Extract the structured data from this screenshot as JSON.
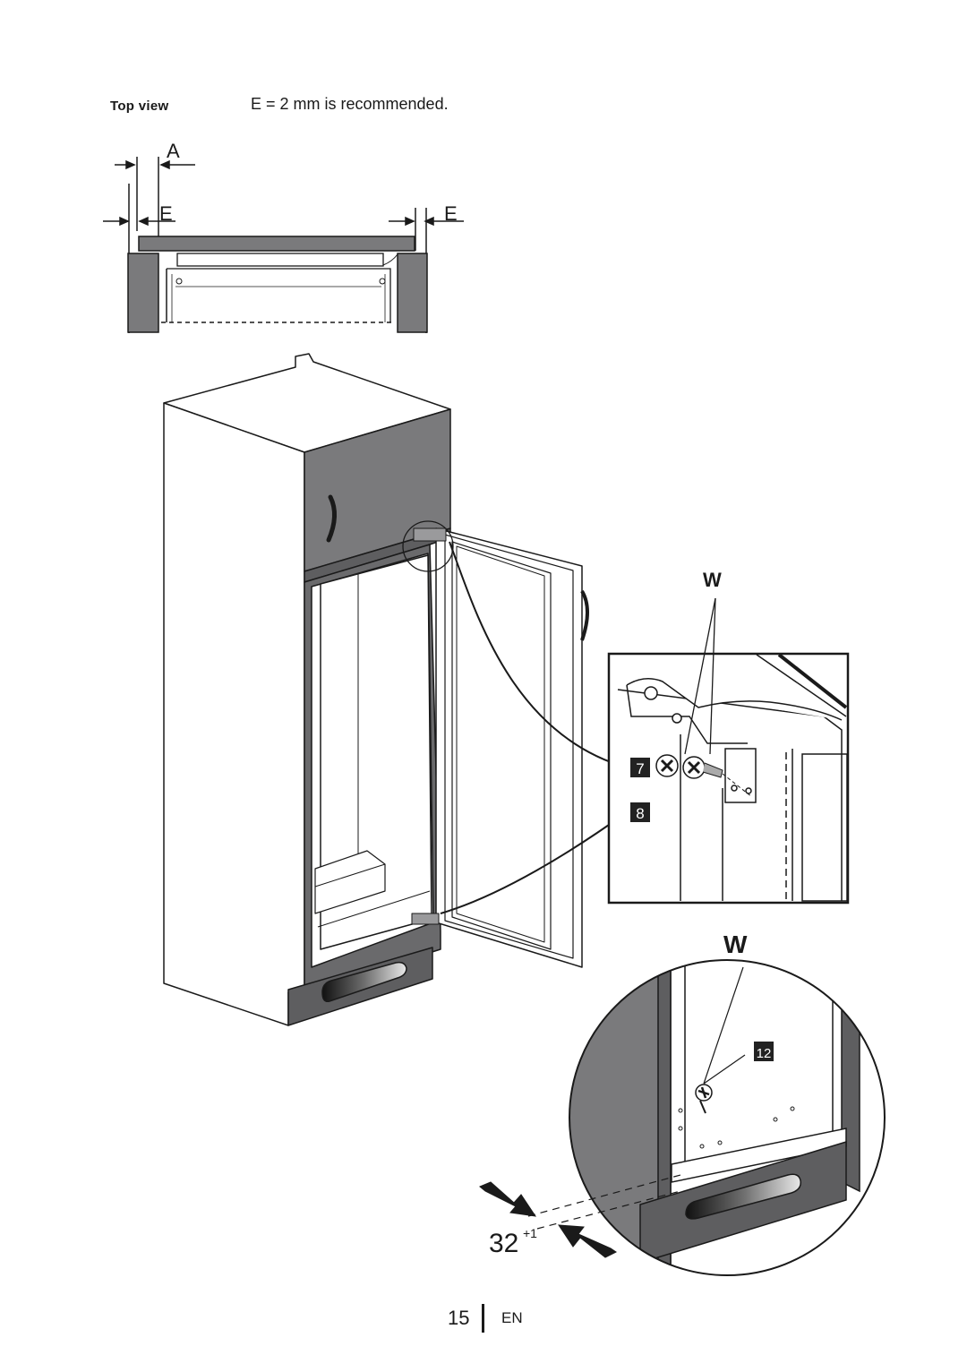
{
  "top_view": {
    "label": "Top view",
    "note": "E = 2  mm is recommended.",
    "dim_a": "A",
    "dim_e_left": "E",
    "dim_e_right": "E"
  },
  "callouts": {
    "w_upper": "W",
    "w_lower": "W",
    "step_7": "7",
    "step_8": "8",
    "step_12": "12"
  },
  "dimension": {
    "value": "32",
    "tolerance": "+1"
  },
  "footer": {
    "page_number": "15",
    "language": "EN"
  },
  "colors": {
    "panel_grey": "#7a7a7c",
    "panel_dark": "#5e5e60",
    "line": "#1a1a1a",
    "label_box": "#222222"
  }
}
